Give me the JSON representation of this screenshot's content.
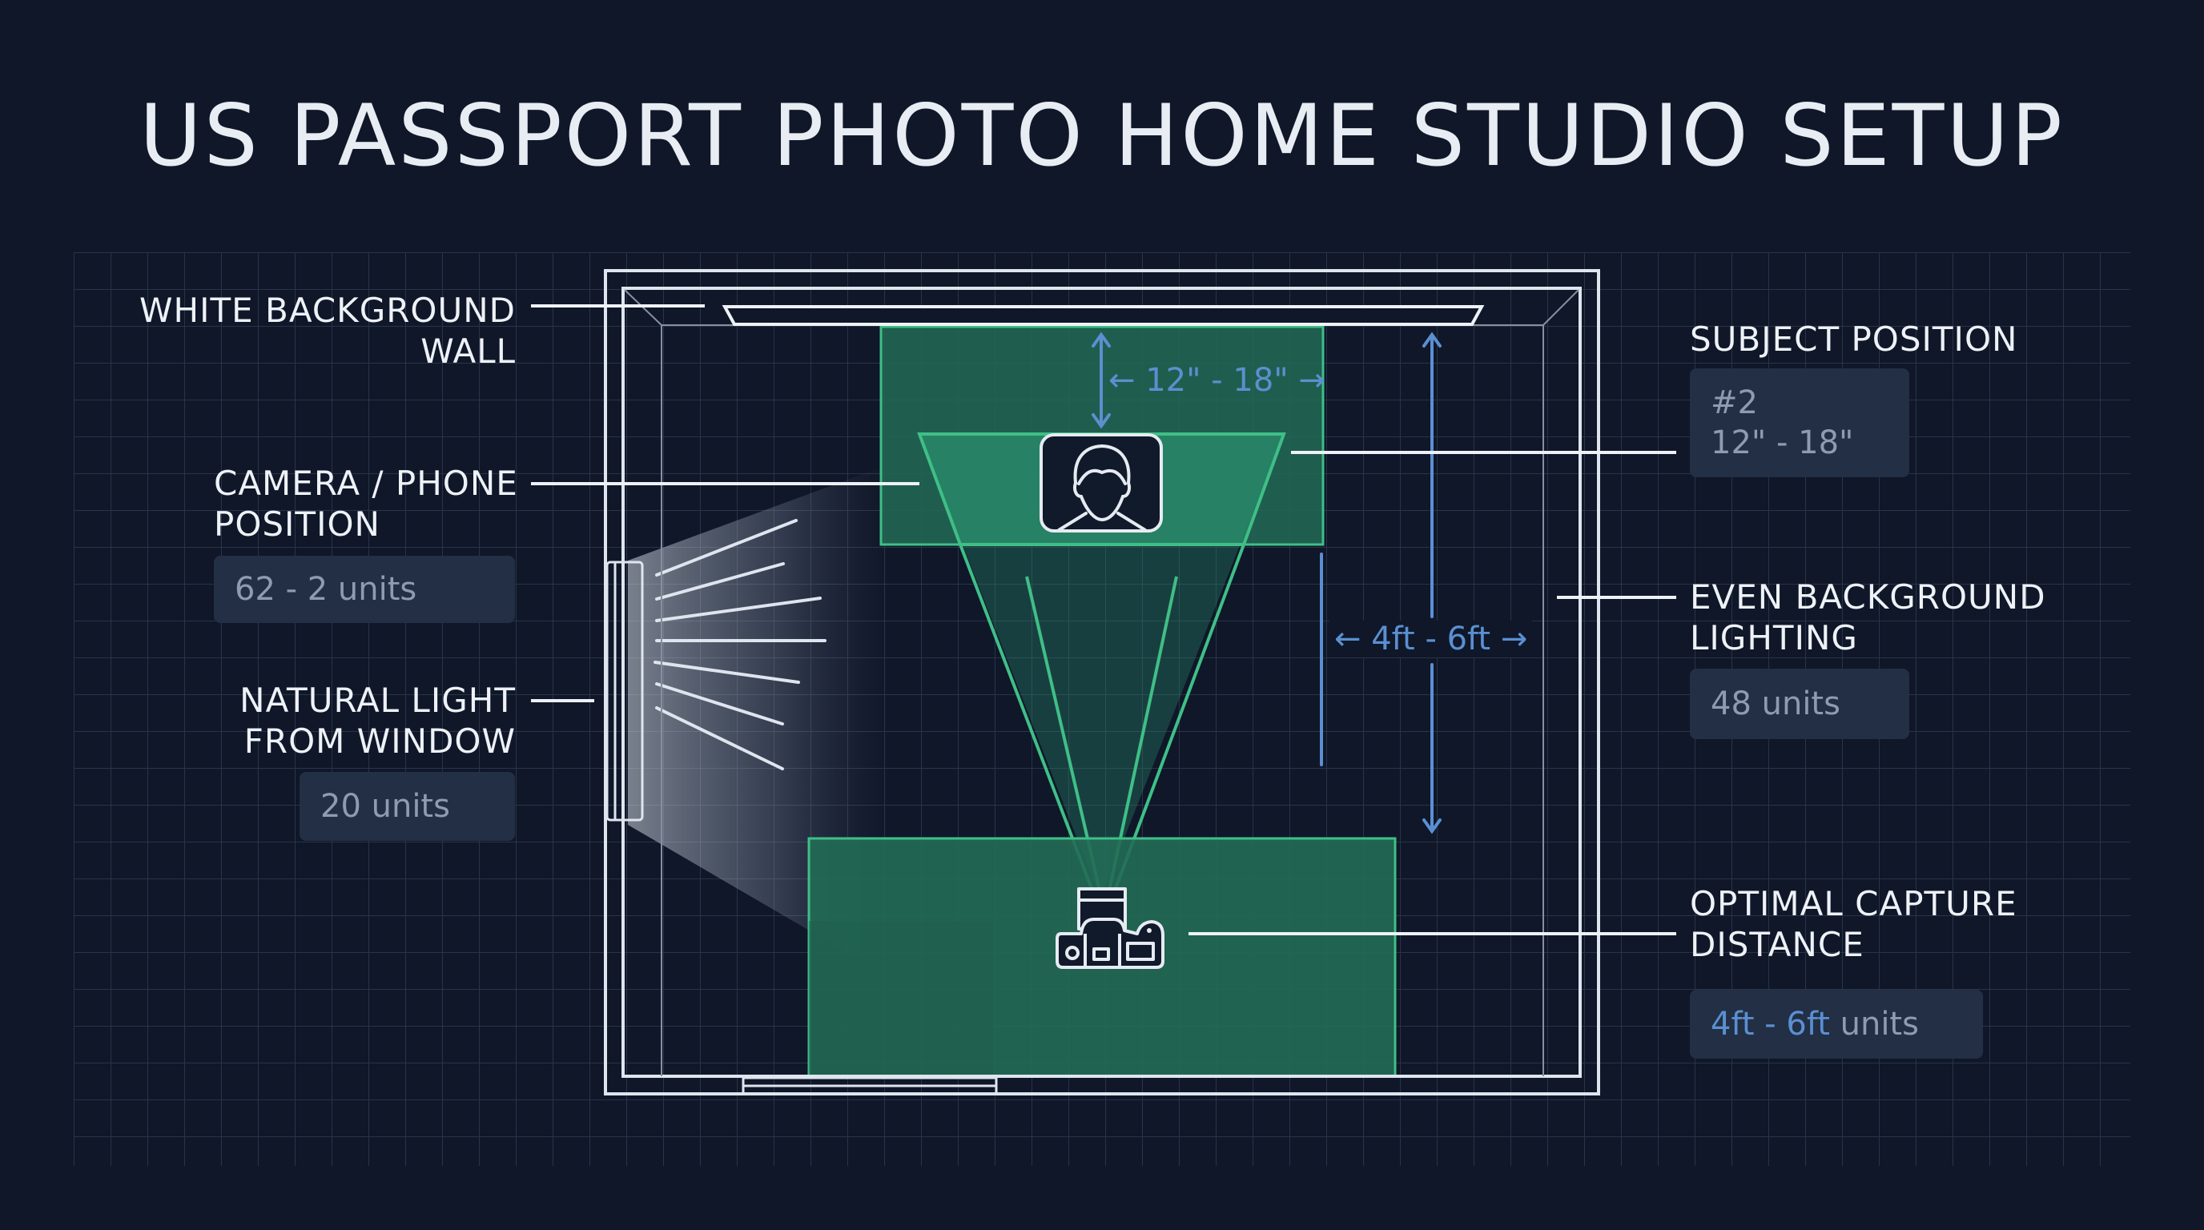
{
  "title": "US PASSPORT PHOTO HOME STUDIO SETUP",
  "colors": {
    "background": "#0f1729",
    "grid": "#2a3448",
    "wall": "#dfe5ee",
    "zone_fill": "#226b55",
    "zone_border": "#3fbf87",
    "dimension": "#5b8fd1",
    "chip_bg": "#222f44",
    "chip_text": "#8e9bb0"
  },
  "labels": {
    "white_wall": {
      "line1": "WHITE BACKGROUND",
      "line2": "WALL"
    },
    "camera": {
      "line1": "CAMERA / PHONE",
      "line2": "POSITION",
      "chip": "62 - 2 units"
    },
    "window": {
      "line1": "NATURAL LIGHT",
      "line2": "FROM WINDOW",
      "chip": "20 units"
    },
    "subject": {
      "line1": "SUBJECT POSITION",
      "chip_line1": "#2",
      "chip_line2": "12\" - 18\""
    },
    "lighting": {
      "line1": "EVEN BACKGROUND",
      "line2": "LIGHTING",
      "chip": "48 units"
    },
    "capture": {
      "line1": "OPTIMAL CAPTURE",
      "line2": "DISTANCE",
      "chip_value": "4ft - 6ft",
      "chip_unit": "units"
    }
  },
  "dimensions": {
    "wall_to_subject": "← 12\" - 18\" →",
    "subject_to_camera": "← 4ft - 6ft →"
  },
  "icons": {
    "subject": "person-portrait-icon",
    "camera": "camera-icon",
    "window": "window-icon",
    "light_rays": "light-rays-icon"
  }
}
